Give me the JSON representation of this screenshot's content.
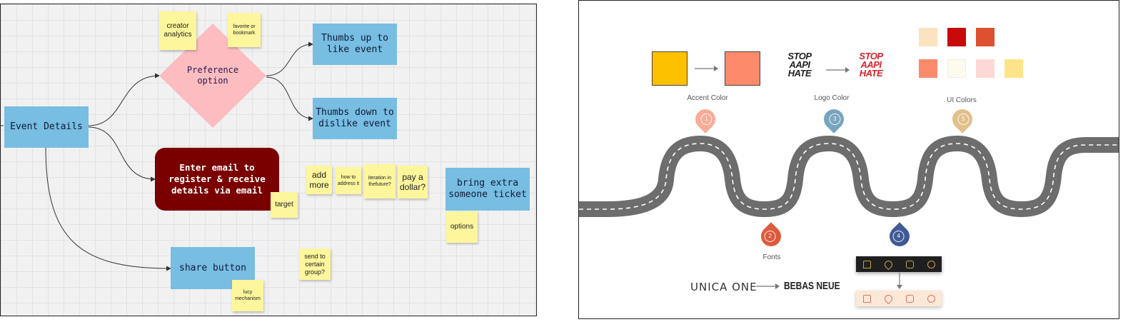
{
  "flowchart": {
    "event_details": "Event Details",
    "preference": "Preference option",
    "thumbs_up": "Thumbs up to like event",
    "thumbs_down": "Thumbs down to dislike event",
    "enter_email": "Enter email to register & receive details via email",
    "bring_extra": "bring extra someone ticket",
    "share_button": "share button",
    "stickies": {
      "creator_analytics": "creator analytics",
      "favorite": "favorite or bookmark",
      "target": "target",
      "add_more": "add more",
      "how_to_address": "how to address it",
      "iteration": "iteration in thefuture?",
      "pay_dollar": "pay a dollar?",
      "options": "options",
      "send_to_group": "send to certain group?",
      "lucy_mechanism": "lucy mechanism"
    }
  },
  "roadmap": {
    "accent_color_label": "Accent Color",
    "logo_color_label": "Logo Color",
    "ui_colors_label": "UI Colors",
    "fonts_label": "Fonts",
    "milestones": [
      "1",
      "2",
      "3",
      "4",
      "5"
    ],
    "logo_text_line1": "STOP",
    "logo_text_line2": "AAPI",
    "logo_text_line3": "HATE",
    "font_from": "UNICA ONE",
    "font_to": "BEBAS NEUE",
    "colors": {
      "accent_from": "#fdc100",
      "accent_to": "#fd8a6a",
      "logo_from": "#222222",
      "logo_to": "#d7232a",
      "pin_1": "#f8ab98",
      "pin_2": "#dd5a3c",
      "pin_3": "#78a5bd",
      "pin_4": "#405a95",
      "pin_5": "#e3c089",
      "ui_swatches": [
        "#fde2bf",
        "#c80a0a",
        "#dd5030",
        "#fb8a6a",
        "#fdfbee",
        "#fcd8d6",
        "#fde488"
      ]
    }
  }
}
